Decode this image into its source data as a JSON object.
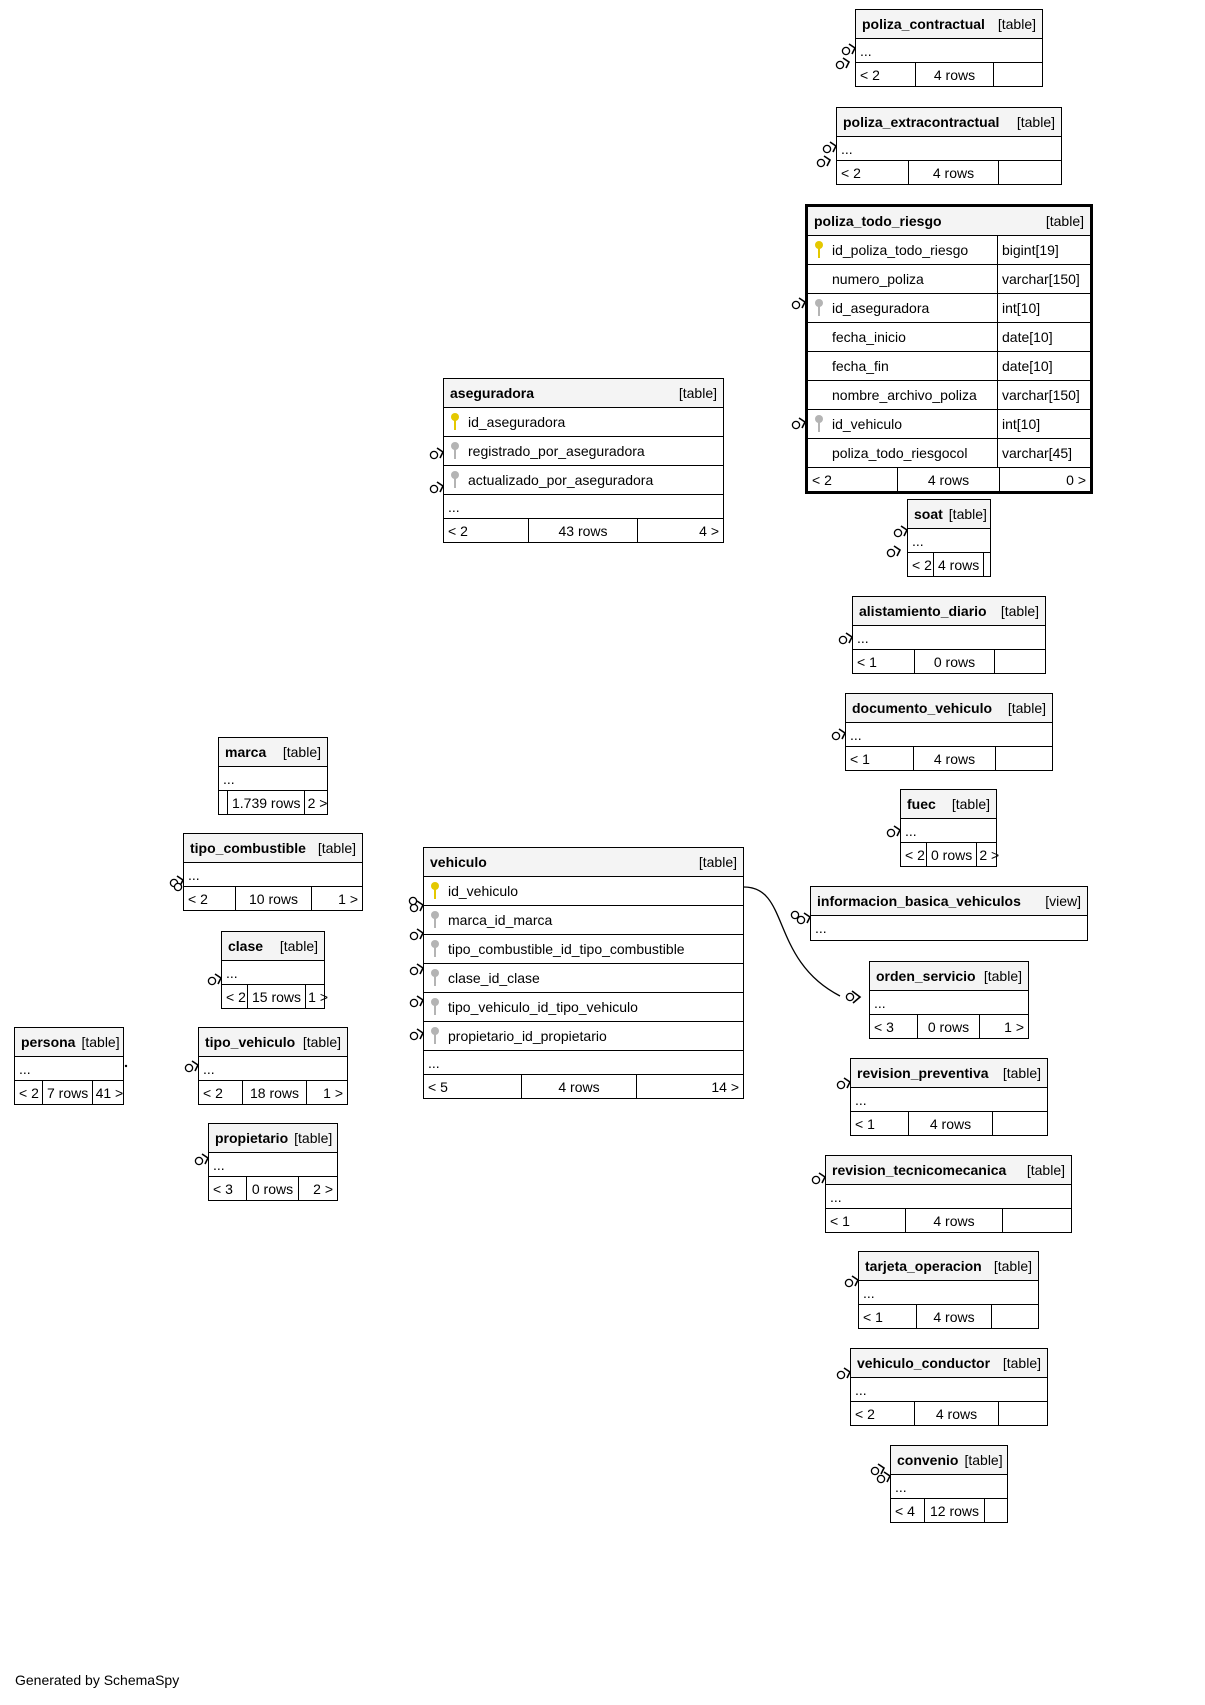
{
  "diagram": {
    "credit": "Generated by SchemaSpy",
    "tables": [
      {
        "id": "poliza_contractual",
        "name": "poliza_contractual",
        "kind": "[table]",
        "ellipsis": "...",
        "footer": {
          "parents": "< 2",
          "rows": "4 rows",
          "children": ""
        }
      },
      {
        "id": "poliza_extracontractual",
        "name": "poliza_extracontractual",
        "kind": "[table]",
        "ellipsis": "...",
        "footer": {
          "parents": "< 2",
          "rows": "4 rows",
          "children": ""
        }
      },
      {
        "id": "poliza_todo_riesgo",
        "name": "poliza_todo_riesgo",
        "kind": "[table]",
        "columns": [
          {
            "name": "id_poliza_todo_riesgo",
            "type": "bigint[19]",
            "key": "pk"
          },
          {
            "name": "numero_poliza",
            "type": "varchar[150]",
            "key": "none"
          },
          {
            "name": "id_aseguradora",
            "type": "int[10]",
            "key": "fk"
          },
          {
            "name": "fecha_inicio",
            "type": "date[10]",
            "key": "none"
          },
          {
            "name": "fecha_fin",
            "type": "date[10]",
            "key": "none"
          },
          {
            "name": "nombre_archivo_poliza",
            "type": "varchar[150]",
            "key": "none"
          },
          {
            "name": "id_vehiculo",
            "type": "int[10]",
            "key": "fk"
          },
          {
            "name": "poliza_todo_riesgocol",
            "type": "varchar[45]",
            "key": "none"
          }
        ],
        "footer": {
          "parents": "< 2",
          "rows": "4 rows",
          "children": "0 >"
        }
      },
      {
        "id": "aseguradora",
        "name": "aseguradora",
        "kind": "[table]",
        "columns": [
          {
            "name": "id_aseguradora",
            "key": "pk"
          },
          {
            "name": "registrado_por_aseguradora",
            "key": "fk"
          },
          {
            "name": "actualizado_por_aseguradora",
            "key": "fk"
          }
        ],
        "ellipsis": "...",
        "footer": {
          "parents": "< 2",
          "rows": "43 rows",
          "children": "4 >"
        }
      },
      {
        "id": "soat",
        "name": "soat",
        "kind": "[table]",
        "ellipsis": "...",
        "footer": {
          "parents": "< 2",
          "rows": "4 rows",
          "children": ""
        }
      },
      {
        "id": "alistamiento_diario",
        "name": "alistamiento_diario",
        "kind": "[table]",
        "ellipsis": "...",
        "footer": {
          "parents": "< 1",
          "rows": "0 rows",
          "children": ""
        }
      },
      {
        "id": "documento_vehiculo",
        "name": "documento_vehiculo",
        "kind": "[table]",
        "ellipsis": "...",
        "footer": {
          "parents": "< 1",
          "rows": "4 rows",
          "children": ""
        }
      },
      {
        "id": "marca",
        "name": "marca",
        "kind": "[table]",
        "ellipsis": "...",
        "footer": {
          "parents": "",
          "rows": "1.739 rows",
          "children": "2 >"
        }
      },
      {
        "id": "fuec",
        "name": "fuec",
        "kind": "[table]",
        "ellipsis": "...",
        "footer": {
          "parents": "< 2",
          "rows": "0 rows",
          "children": "2 >"
        }
      },
      {
        "id": "tipo_combustible",
        "name": "tipo_combustible",
        "kind": "[table]",
        "ellipsis": "...",
        "footer": {
          "parents": "< 2",
          "rows": "10 rows",
          "children": "1 >"
        }
      },
      {
        "id": "vehiculo",
        "name": "vehiculo",
        "kind": "[table]",
        "columns": [
          {
            "name": "id_vehiculo",
            "key": "pk"
          },
          {
            "name": "marca_id_marca",
            "key": "fk"
          },
          {
            "name": "tipo_combustible_id_tipo_combustible",
            "key": "fk"
          },
          {
            "name": "clase_id_clase",
            "key": "fk"
          },
          {
            "name": "tipo_vehiculo_id_tipo_vehiculo",
            "key": "fk"
          },
          {
            "name": "propietario_id_propietario",
            "key": "fk"
          }
        ],
        "ellipsis": "...",
        "footer": {
          "parents": "< 5",
          "rows": "4 rows",
          "children": "14 >"
        }
      },
      {
        "id": "informacion_basica_vehiculos",
        "name": "informacion_basica_vehiculos",
        "kind": "[view]",
        "ellipsis": "..."
      },
      {
        "id": "clase",
        "name": "clase",
        "kind": "[table]",
        "ellipsis": "...",
        "footer": {
          "parents": "< 2",
          "rows": "15 rows",
          "children": "1 >"
        }
      },
      {
        "id": "orden_servicio",
        "name": "orden_servicio",
        "kind": "[table]",
        "ellipsis": "...",
        "footer": {
          "parents": "< 3",
          "rows": "0 rows",
          "children": "1 >"
        }
      },
      {
        "id": "persona",
        "name": "persona",
        "kind": "[table]",
        "ellipsis": "...",
        "footer": {
          "parents": "< 2",
          "rows": "7 rows",
          "children": "41 >"
        }
      },
      {
        "id": "tipo_vehiculo",
        "name": "tipo_vehiculo",
        "kind": "[table]",
        "ellipsis": "...",
        "footer": {
          "parents": "< 2",
          "rows": "18 rows",
          "children": "1 >"
        }
      },
      {
        "id": "revision_preventiva",
        "name": "revision_preventiva",
        "kind": "[table]",
        "ellipsis": "...",
        "footer": {
          "parents": "< 1",
          "rows": "4 rows",
          "children": ""
        }
      },
      {
        "id": "propietario",
        "name": "propietario",
        "kind": "[table]",
        "ellipsis": "...",
        "footer": {
          "parents": "< 3",
          "rows": "0 rows",
          "children": "2 >"
        }
      },
      {
        "id": "revision_tecnicomecanica",
        "name": "revision_tecnicomecanica",
        "kind": "[table]",
        "ellipsis": "...",
        "footer": {
          "parents": "< 1",
          "rows": "4 rows",
          "children": ""
        }
      },
      {
        "id": "tarjeta_operacion",
        "name": "tarjeta_operacion",
        "kind": "[table]",
        "ellipsis": "...",
        "footer": {
          "parents": "< 1",
          "rows": "4 rows",
          "children": ""
        }
      },
      {
        "id": "vehiculo_conductor",
        "name": "vehiculo_conductor",
        "kind": "[table]",
        "ellipsis": "...",
        "footer": {
          "parents": "< 2",
          "rows": "4 rows",
          "children": ""
        }
      },
      {
        "id": "convenio",
        "name": "convenio",
        "kind": "[table]",
        "ellipsis": "...",
        "footer": {
          "parents": "< 4",
          "rows": "12 rows",
          "children": ""
        }
      }
    ]
  }
}
